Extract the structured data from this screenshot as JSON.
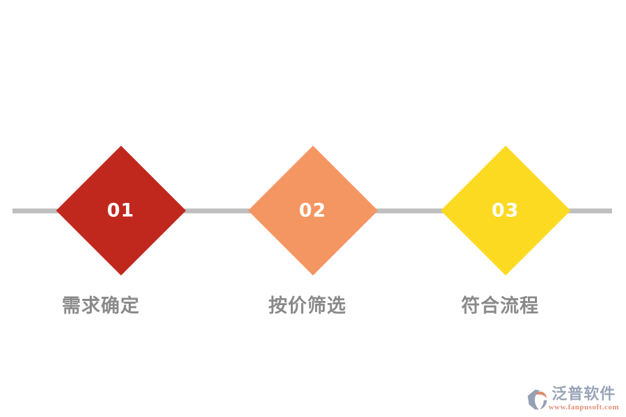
{
  "colors": {
    "background": "#ffffff",
    "line": "#bfbfbf",
    "number_text": "#ffffff",
    "label_text": "#8a8a8a",
    "step1": "#c0281e",
    "step2": "#f49661",
    "step3": "#fcda22",
    "logo_gray": "#96a0b4",
    "logo_orange": "#dd8a6d",
    "logo_brand_text": "#9aa4b8",
    "logo_url_text": "#e28f78"
  },
  "diagram": {
    "type": "process-timeline",
    "steps": [
      {
        "number": "01",
        "label": "需求确定",
        "color": "#c0281e"
      },
      {
        "number": "02",
        "label": "按价筛选",
        "color": "#f49661"
      },
      {
        "number": "03",
        "label": "符合流程",
        "color": "#fcda22"
      }
    ]
  },
  "watermark": {
    "brand": "泛普软件",
    "url": "www.fanpusoft.com"
  }
}
